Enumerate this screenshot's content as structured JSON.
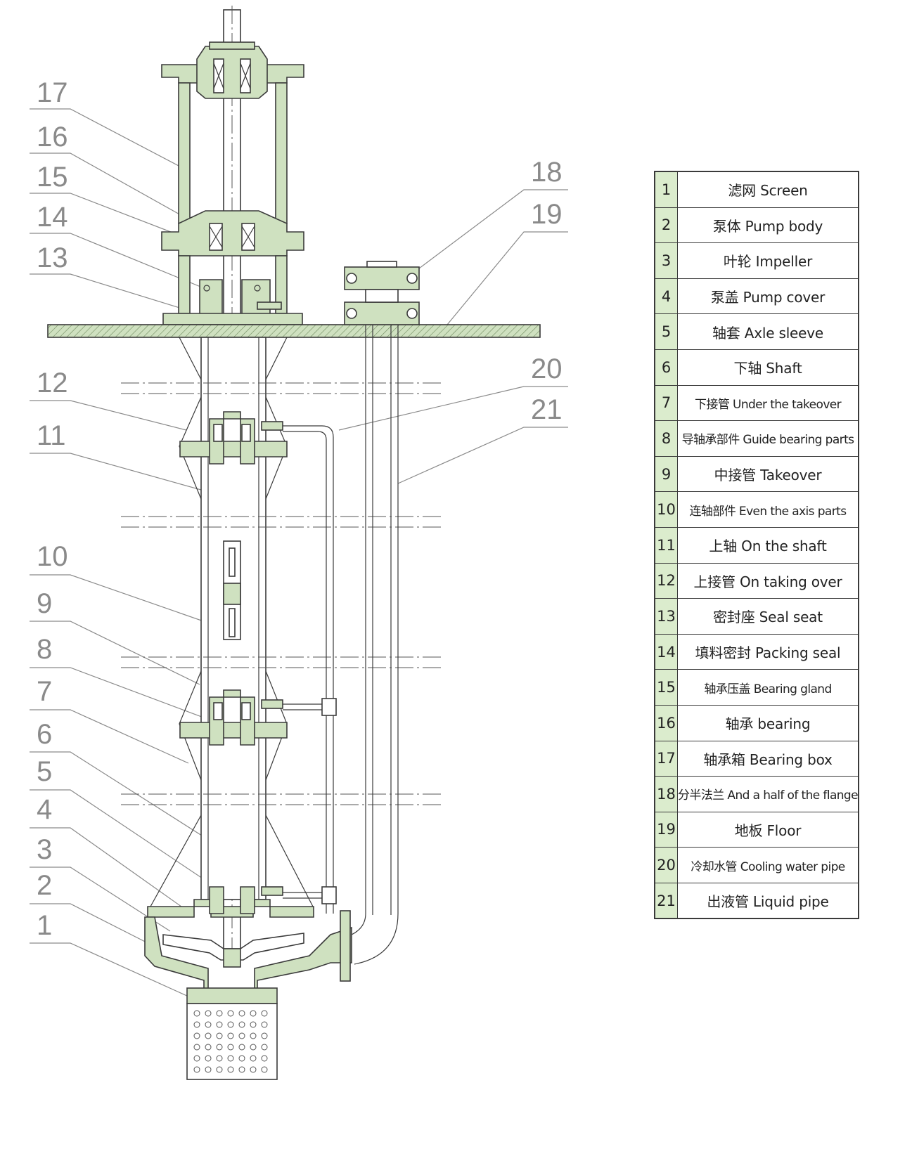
{
  "diagram": {
    "callouts": [
      "1",
      "2",
      "3",
      "4",
      "5",
      "6",
      "7",
      "8",
      "9",
      "10",
      "11",
      "12",
      "13",
      "14",
      "15",
      "16",
      "17",
      "18",
      "19",
      "20",
      "21"
    ]
  },
  "legend": {
    "rows": [
      {
        "num": "1",
        "desc": "滤网 Screen"
      },
      {
        "num": "2",
        "desc": "泵体 Pump body"
      },
      {
        "num": "3",
        "desc": "叶轮 Impeller"
      },
      {
        "num": "4",
        "desc": "泵盖  Pump cover"
      },
      {
        "num": "5",
        "desc": "轴套 Axle sleeve"
      },
      {
        "num": "6",
        "desc": "下轴 Shaft"
      },
      {
        "num": "7",
        "desc": "下接管 Under the takeover"
      },
      {
        "num": "8",
        "desc": "导轴承部件 Guide bearing parts"
      },
      {
        "num": "9",
        "desc": "中接管 Takeover"
      },
      {
        "num": "10",
        "desc": "连轴部件 Even the axis parts"
      },
      {
        "num": "11",
        "desc": "上轴 On the shaft"
      },
      {
        "num": "12",
        "desc": "上接管 On taking over"
      },
      {
        "num": "13",
        "desc": "密封座 Seal seat"
      },
      {
        "num": "14",
        "desc": "填料密封 Packing seal"
      },
      {
        "num": "15",
        "desc": "轴承压盖 Bearing gland"
      },
      {
        "num": "16",
        "desc": "轴承 bearing"
      },
      {
        "num": "17",
        "desc": "轴承箱 Bearing box"
      },
      {
        "num": "18",
        "desc": "分半法兰 And a half of the flange"
      },
      {
        "num": "19",
        "desc": "地板 Floor"
      },
      {
        "num": "20",
        "desc": "冷却水管 Cooling water pipe"
      },
      {
        "num": "21",
        "desc": "出液管 Liquid pipe"
      }
    ]
  }
}
